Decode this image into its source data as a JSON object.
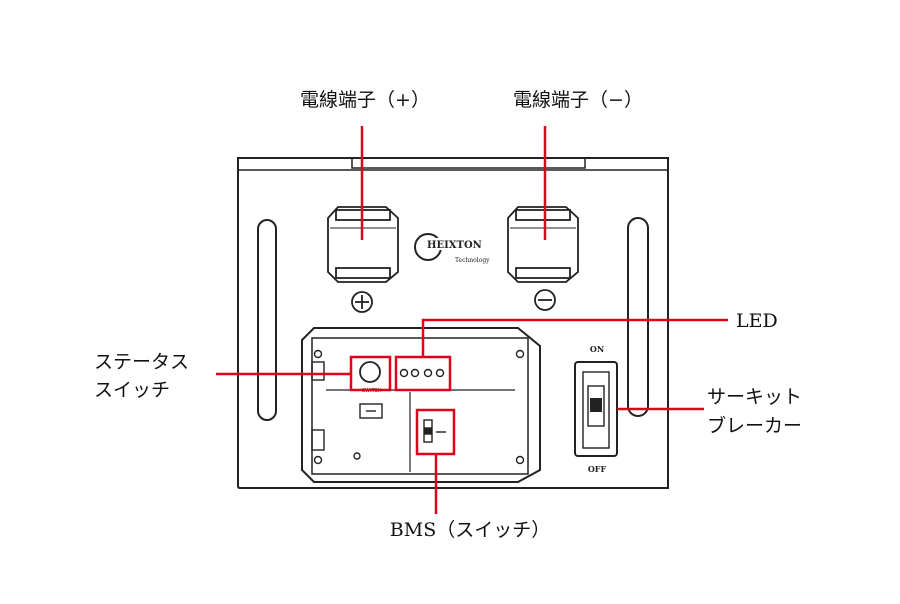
{
  "labels": {
    "terminal_plus": "電線端子（+）",
    "terminal_minus": "電線端子（−）",
    "led": "LED",
    "status_switch_line1": "ステータス",
    "status_switch_line2": "スイッチ",
    "circuit_breaker_line1": "サーキット",
    "circuit_breaker_line2": "ブレーカー",
    "bms_switch": "BMS（スイッチ）"
  },
  "device": {
    "logo_text": "HEIXTON",
    "logo_subtext": "Technology",
    "breaker_on": "ON",
    "breaker_off": "OFF",
    "plus_symbol": "+",
    "minus_symbol": "−"
  },
  "colors": {
    "callout": "#e0001b",
    "outline": "#222222"
  }
}
